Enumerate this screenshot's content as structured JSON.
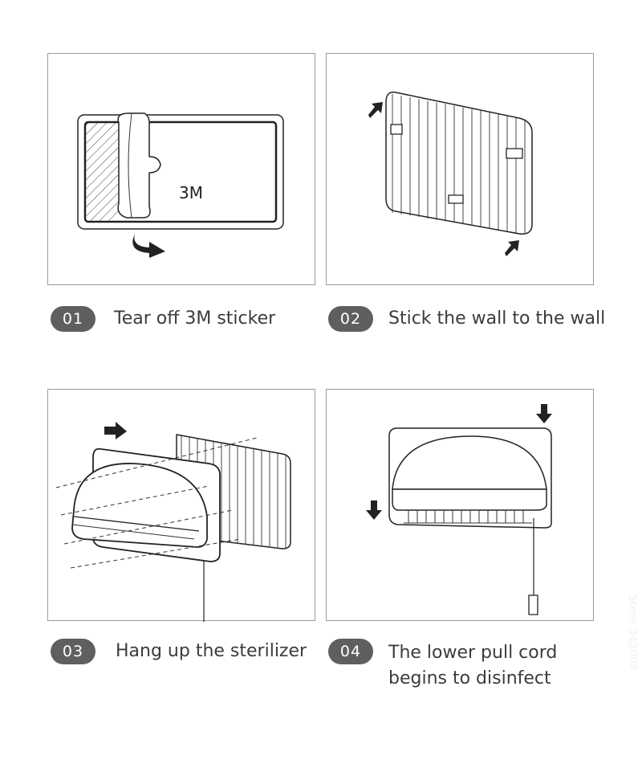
{
  "steps": [
    {
      "number": "01",
      "text": "Tear off 3M sticker"
    },
    {
      "number": "02",
      "text": "Stick the wall to the wall"
    },
    {
      "number": "03",
      "text": "Hang up the sterilizer"
    },
    {
      "number": "04",
      "text_line1": "The lower pull cord",
      "text_line2": "begins to disinfect"
    }
  ],
  "sticker_label": "3M",
  "watermark": "Store 342008",
  "colors": {
    "badge": "#5f5f5f",
    "panel_border": "#9a9a9a",
    "line": "#222222"
  }
}
